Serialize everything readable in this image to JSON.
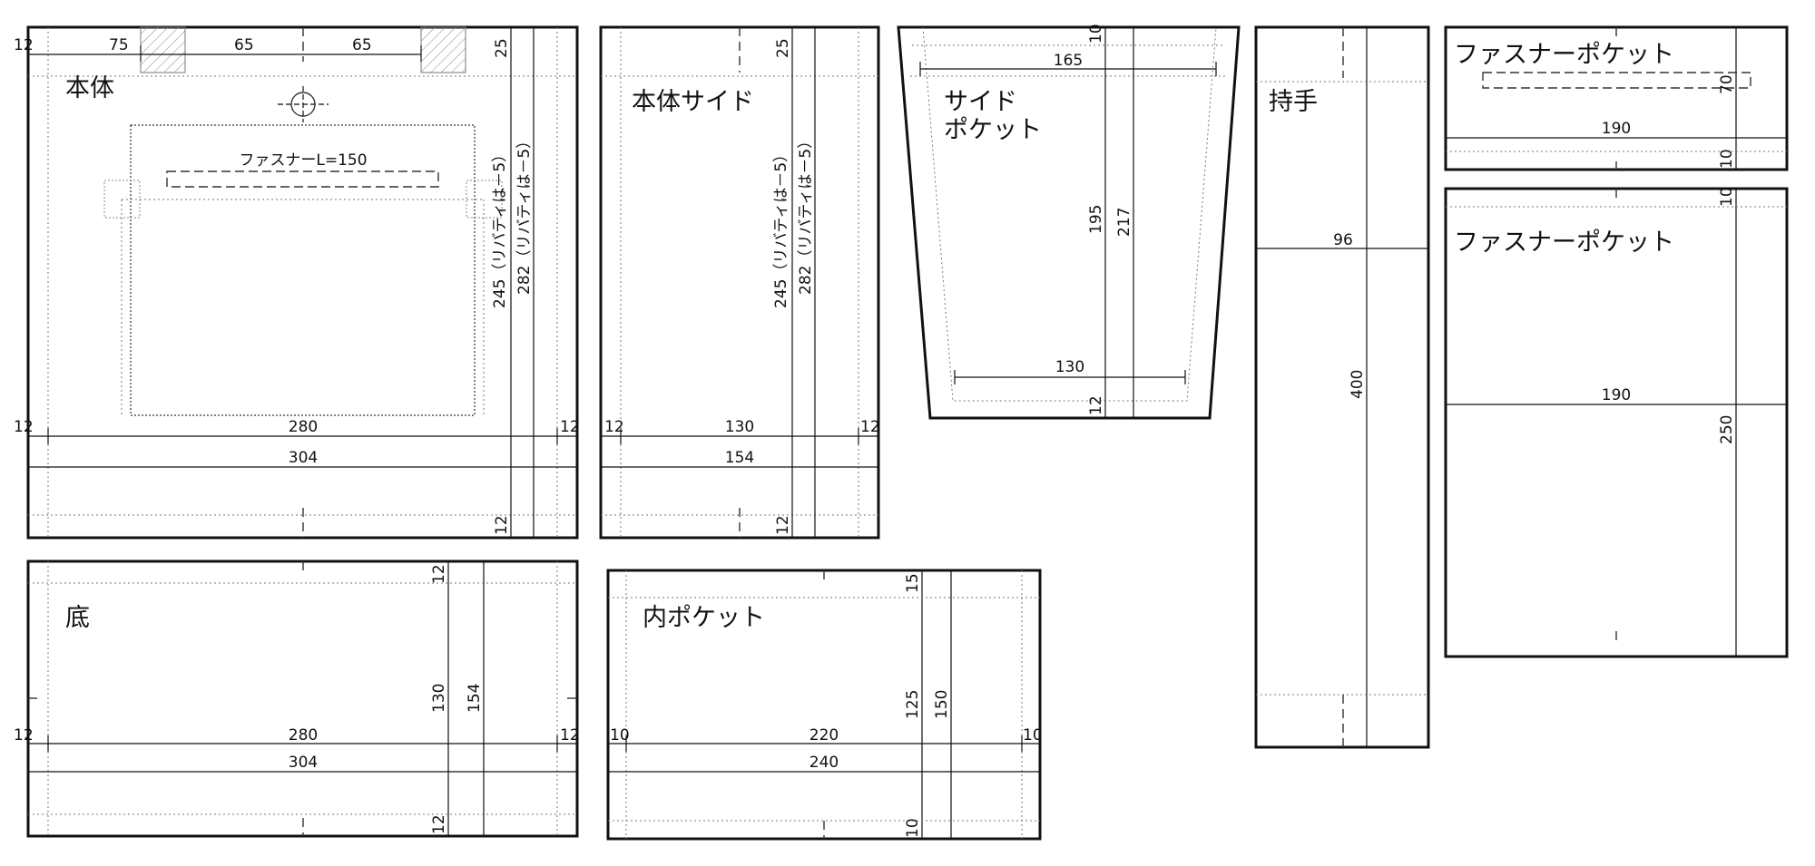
{
  "parts": {
    "body": {
      "name": "本体",
      "zipper_note": "ファスナーL=150",
      "dims": {
        "seam_left": "12",
        "seam_right": "12",
        "top_offset": "75",
        "gap_a": "65",
        "gap_b": "65",
        "top_margin": "25",
        "inner_width": "280",
        "total_width": "304",
        "height_liberty": "245（リバティは－5）",
        "total_height_liberty": "282（リバティは－5）",
        "bottom_seam": "12"
      }
    },
    "body_side": {
      "name": "本体サイド",
      "dims": {
        "seam_left": "12",
        "seam_right": "12",
        "top_margin": "25",
        "inner_width": "130",
        "total_width": "154",
        "height_liberty": "245（リバティは－5）",
        "total_height_liberty": "282（リバティは－5）",
        "bottom_seam": "12"
      }
    },
    "side_pocket": {
      "name_line1": "サイド",
      "name_line2": "ポケット",
      "dims": {
        "top_seam": "10",
        "top_width": "165",
        "height": "195",
        "total_height": "217",
        "bottom_width": "130",
        "bottom_seam": "12"
      }
    },
    "handle": {
      "name": "持手",
      "dims": {
        "width": "96",
        "length": "400"
      }
    },
    "zipper_pocket_small": {
      "name": "ファスナーポケット",
      "dims": {
        "height": "70",
        "width": "190",
        "seam": "10"
      }
    },
    "zipper_pocket_large": {
      "name": "ファスナーポケット",
      "dims": {
        "seam": "10",
        "width": "190",
        "height": "250"
      }
    },
    "bottom": {
      "name": "底",
      "dims": {
        "seam_top": "12",
        "seam_left": "12",
        "seam_right": "12",
        "inner_width": "280",
        "total_width": "304",
        "inner_height": "130",
        "total_height": "154",
        "seam_bottom": "12"
      }
    },
    "inner_pocket": {
      "name": "内ポケット",
      "dims": {
        "seam_top": "15",
        "seam_left": "10",
        "seam_right": "10",
        "inner_width": "220",
        "total_width": "240",
        "inner_height": "125",
        "total_height": "150",
        "seam_bottom": "10"
      }
    }
  }
}
